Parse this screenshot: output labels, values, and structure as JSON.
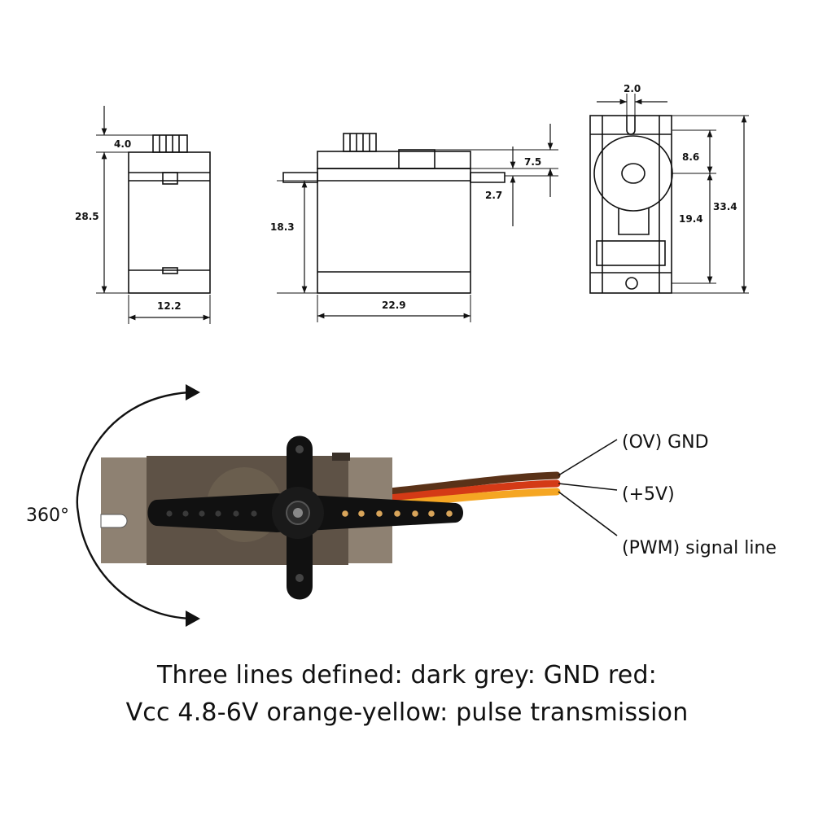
{
  "drawings": {
    "side_view": {
      "top_dim": "4.0",
      "height_dim": "28.5",
      "width_dim": "12.2"
    },
    "front_view": {
      "body_height_dim": "18.3",
      "top_dim": "7.5",
      "tab_dim": "2.7",
      "width_dim": "22.9"
    },
    "top_view": {
      "hole_dim": "2.0",
      "upper_dim": "8.6",
      "lower_dim": "19.4",
      "overall_dim": "33.4"
    }
  },
  "photo": {
    "rotation_label": "360°",
    "wire_labels": [
      "(OV) GND",
      "(+5V)",
      "(PWM) signal line"
    ],
    "wire_colors": [
      "#5a3218",
      "#d43a16",
      "#f5a623"
    ]
  },
  "caption": {
    "line1": "Three lines defined: dark grey: GND red:",
    "line2": "Vcc 4.8-6V orange-yellow: pulse transmission"
  }
}
